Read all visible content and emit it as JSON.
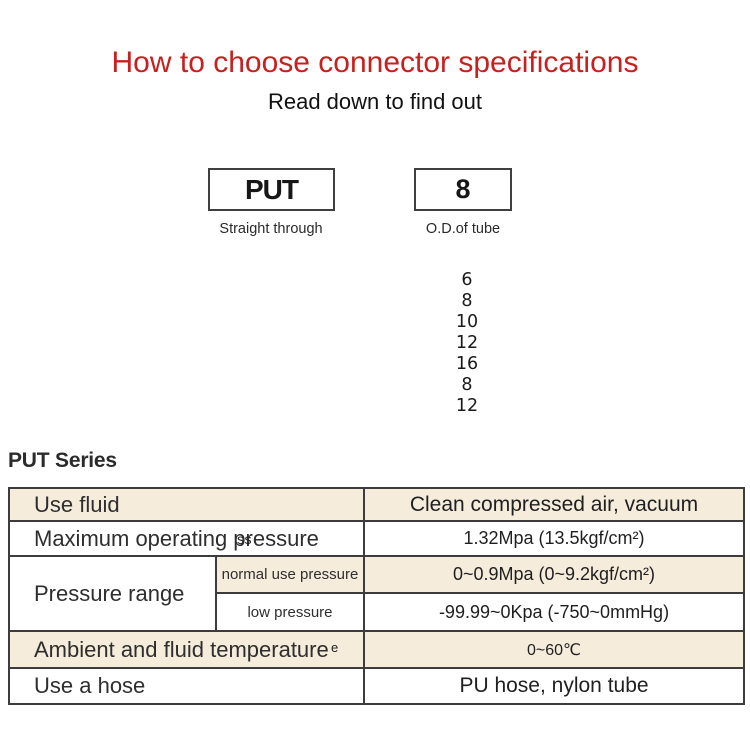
{
  "header": {
    "title": "How to choose connector specifications",
    "subtitle": "Read down to find out"
  },
  "selector": {
    "boxes": [
      {
        "code": "PUT",
        "label": "Straight through"
      },
      {
        "code": "8",
        "label": "O.D.of tube"
      }
    ],
    "size_options": [
      "6",
      "8",
      "10",
      "12",
      "16",
      "8",
      "12"
    ]
  },
  "series": {
    "heading": "PUT Series"
  },
  "spec_table": {
    "use_fluid": {
      "label": "Use fluid",
      "value": "Clean compressed air, vacuum"
    },
    "max_pressure": {
      "label": "Maximum operating pressure",
      "value": "1.32Mpa (13.5kgf/cm²)"
    },
    "pressure_range": {
      "label": "Pressure range",
      "normal": {
        "label": "normal use pressure",
        "value": "0~0.9Mpa (0~9.2kgf/cm²)"
      },
      "low": {
        "label": "low pressure",
        "value": "-99.99~0Kpa (-750~0mmHg)"
      }
    },
    "temperature": {
      "label": "Ambient and fluid temperature",
      "value": "0~60℃"
    },
    "hose": {
      "label": "Use a hose",
      "value": "PU hose, nylon tube"
    }
  },
  "artifacts": {
    "pressure_overlap": "ss",
    "stray_e": "e"
  },
  "colors": {
    "title_red": "#c6211f",
    "row_beige": "#f5ecdc",
    "table_border": "#3c3c3c"
  }
}
